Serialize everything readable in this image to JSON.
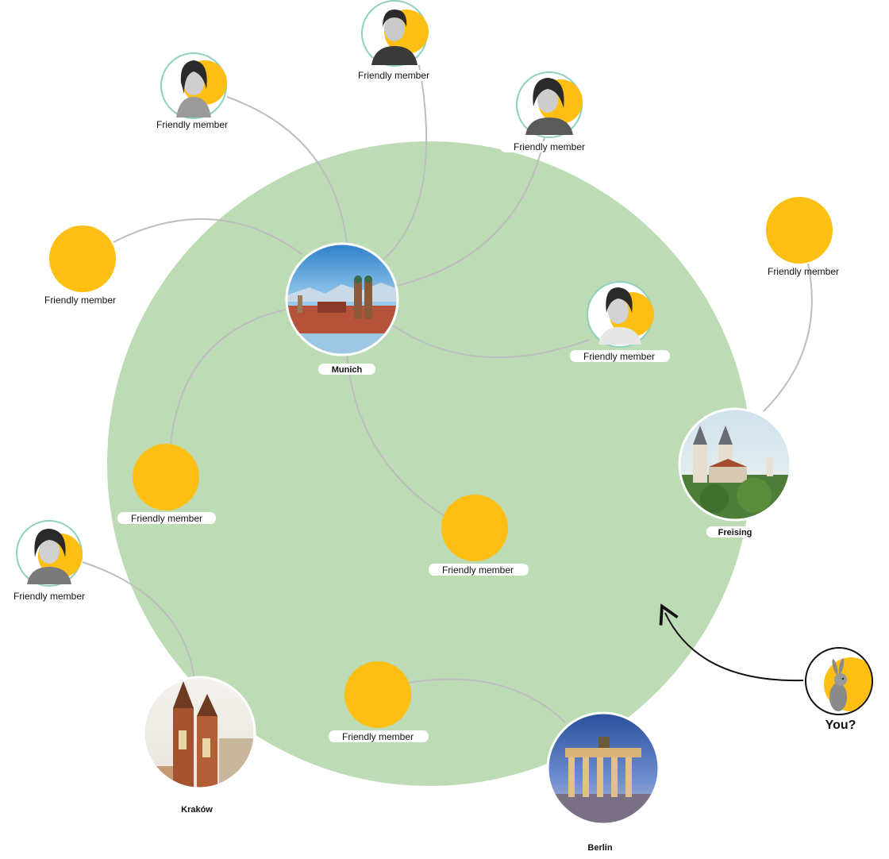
{
  "colors": {
    "group_circle": "#bddcb5",
    "member_yellow": "#fdbf13",
    "avatar_ring": "#8fd0c0",
    "link": "#bdbdbd",
    "arrow": "#111111"
  },
  "cities": [
    {
      "id": "munich",
      "label": "Munich"
    },
    {
      "id": "freising",
      "label": "Freising"
    },
    {
      "id": "krakow",
      "label": "Kraków"
    },
    {
      "id": "berlin",
      "label": "Berlin"
    }
  ],
  "members": [
    {
      "label": "Friendly member",
      "photo": true
    },
    {
      "label": "Friendly member",
      "photo": true
    },
    {
      "label": "Friendly member",
      "photo": true
    },
    {
      "label": "Friendly member",
      "photo": false
    },
    {
      "label": "Friendly member",
      "photo": true
    },
    {
      "label": "Friendly member",
      "photo": false
    },
    {
      "label": "Friendly member",
      "photo": false
    },
    {
      "label": "Friendly member",
      "photo": false
    },
    {
      "label": "Friendly member",
      "photo": true
    },
    {
      "label": "Friendly member",
      "photo": false
    }
  ],
  "you": {
    "label": "You?",
    "icon": "rabbit-icon"
  }
}
